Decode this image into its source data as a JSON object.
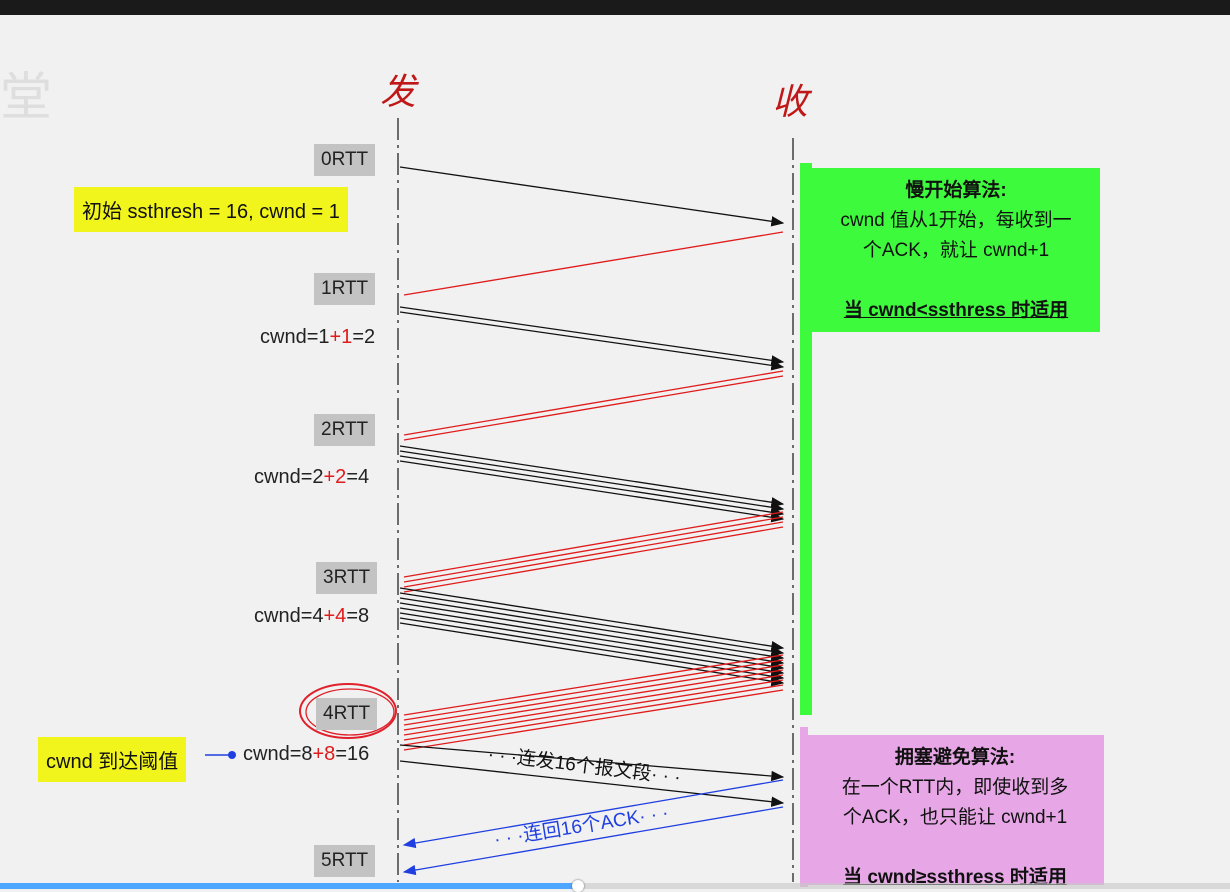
{
  "video": {
    "watermark": "堂",
    "progress": 0.47
  },
  "diagram": {
    "sender_label": "发",
    "receiver_label": "收",
    "initial_note": "初始 ssthresh = 16, cwnd = 1",
    "threshold_note": "cwnd 到达阈值",
    "rtt_labels": [
      "0RTT",
      "1RTT",
      "2RTT",
      "3RTT",
      "4RTT",
      "5RTT"
    ],
    "cwnd_rows": [
      {
        "prefix": "cwnd=1",
        "plus": "+1",
        "suffix": "=2"
      },
      {
        "prefix": "cwnd=2",
        "plus": "+2",
        "suffix": "=4"
      },
      {
        "prefix": "cwnd=4",
        "plus": "+4",
        "suffix": "=8"
      },
      {
        "prefix": "cwnd=8",
        "plus": "+8",
        "suffix": "=16"
      }
    ],
    "burst_label": "· · ·连发16个报文段· · ·",
    "ack_label": "· · ·连回16个ACK· · ·",
    "slow_start": {
      "title": "慢开始算法:",
      "line1": "cwnd 值从1开始，每收到一",
      "line2": "个ACK，就让 cwnd+1",
      "condition": "当 cwnd<ssthress 时适用"
    },
    "congestion_avoidance": {
      "title": "拥塞避免算法:",
      "line1": "在一个RTT内，即使收到多",
      "line2": "个ACK，也只能让 cwnd+1",
      "condition": "当 cwnd≥ssthress 时适用"
    },
    "colors": {
      "data_arrow": "#111111",
      "ack_arrow": "#e01b1b",
      "blue_arrow": "#1f3fe0",
      "slow_start_box": "#3dfa3d",
      "congestion_box": "#e7a7e6",
      "note_box": "#f2f51c"
    }
  }
}
